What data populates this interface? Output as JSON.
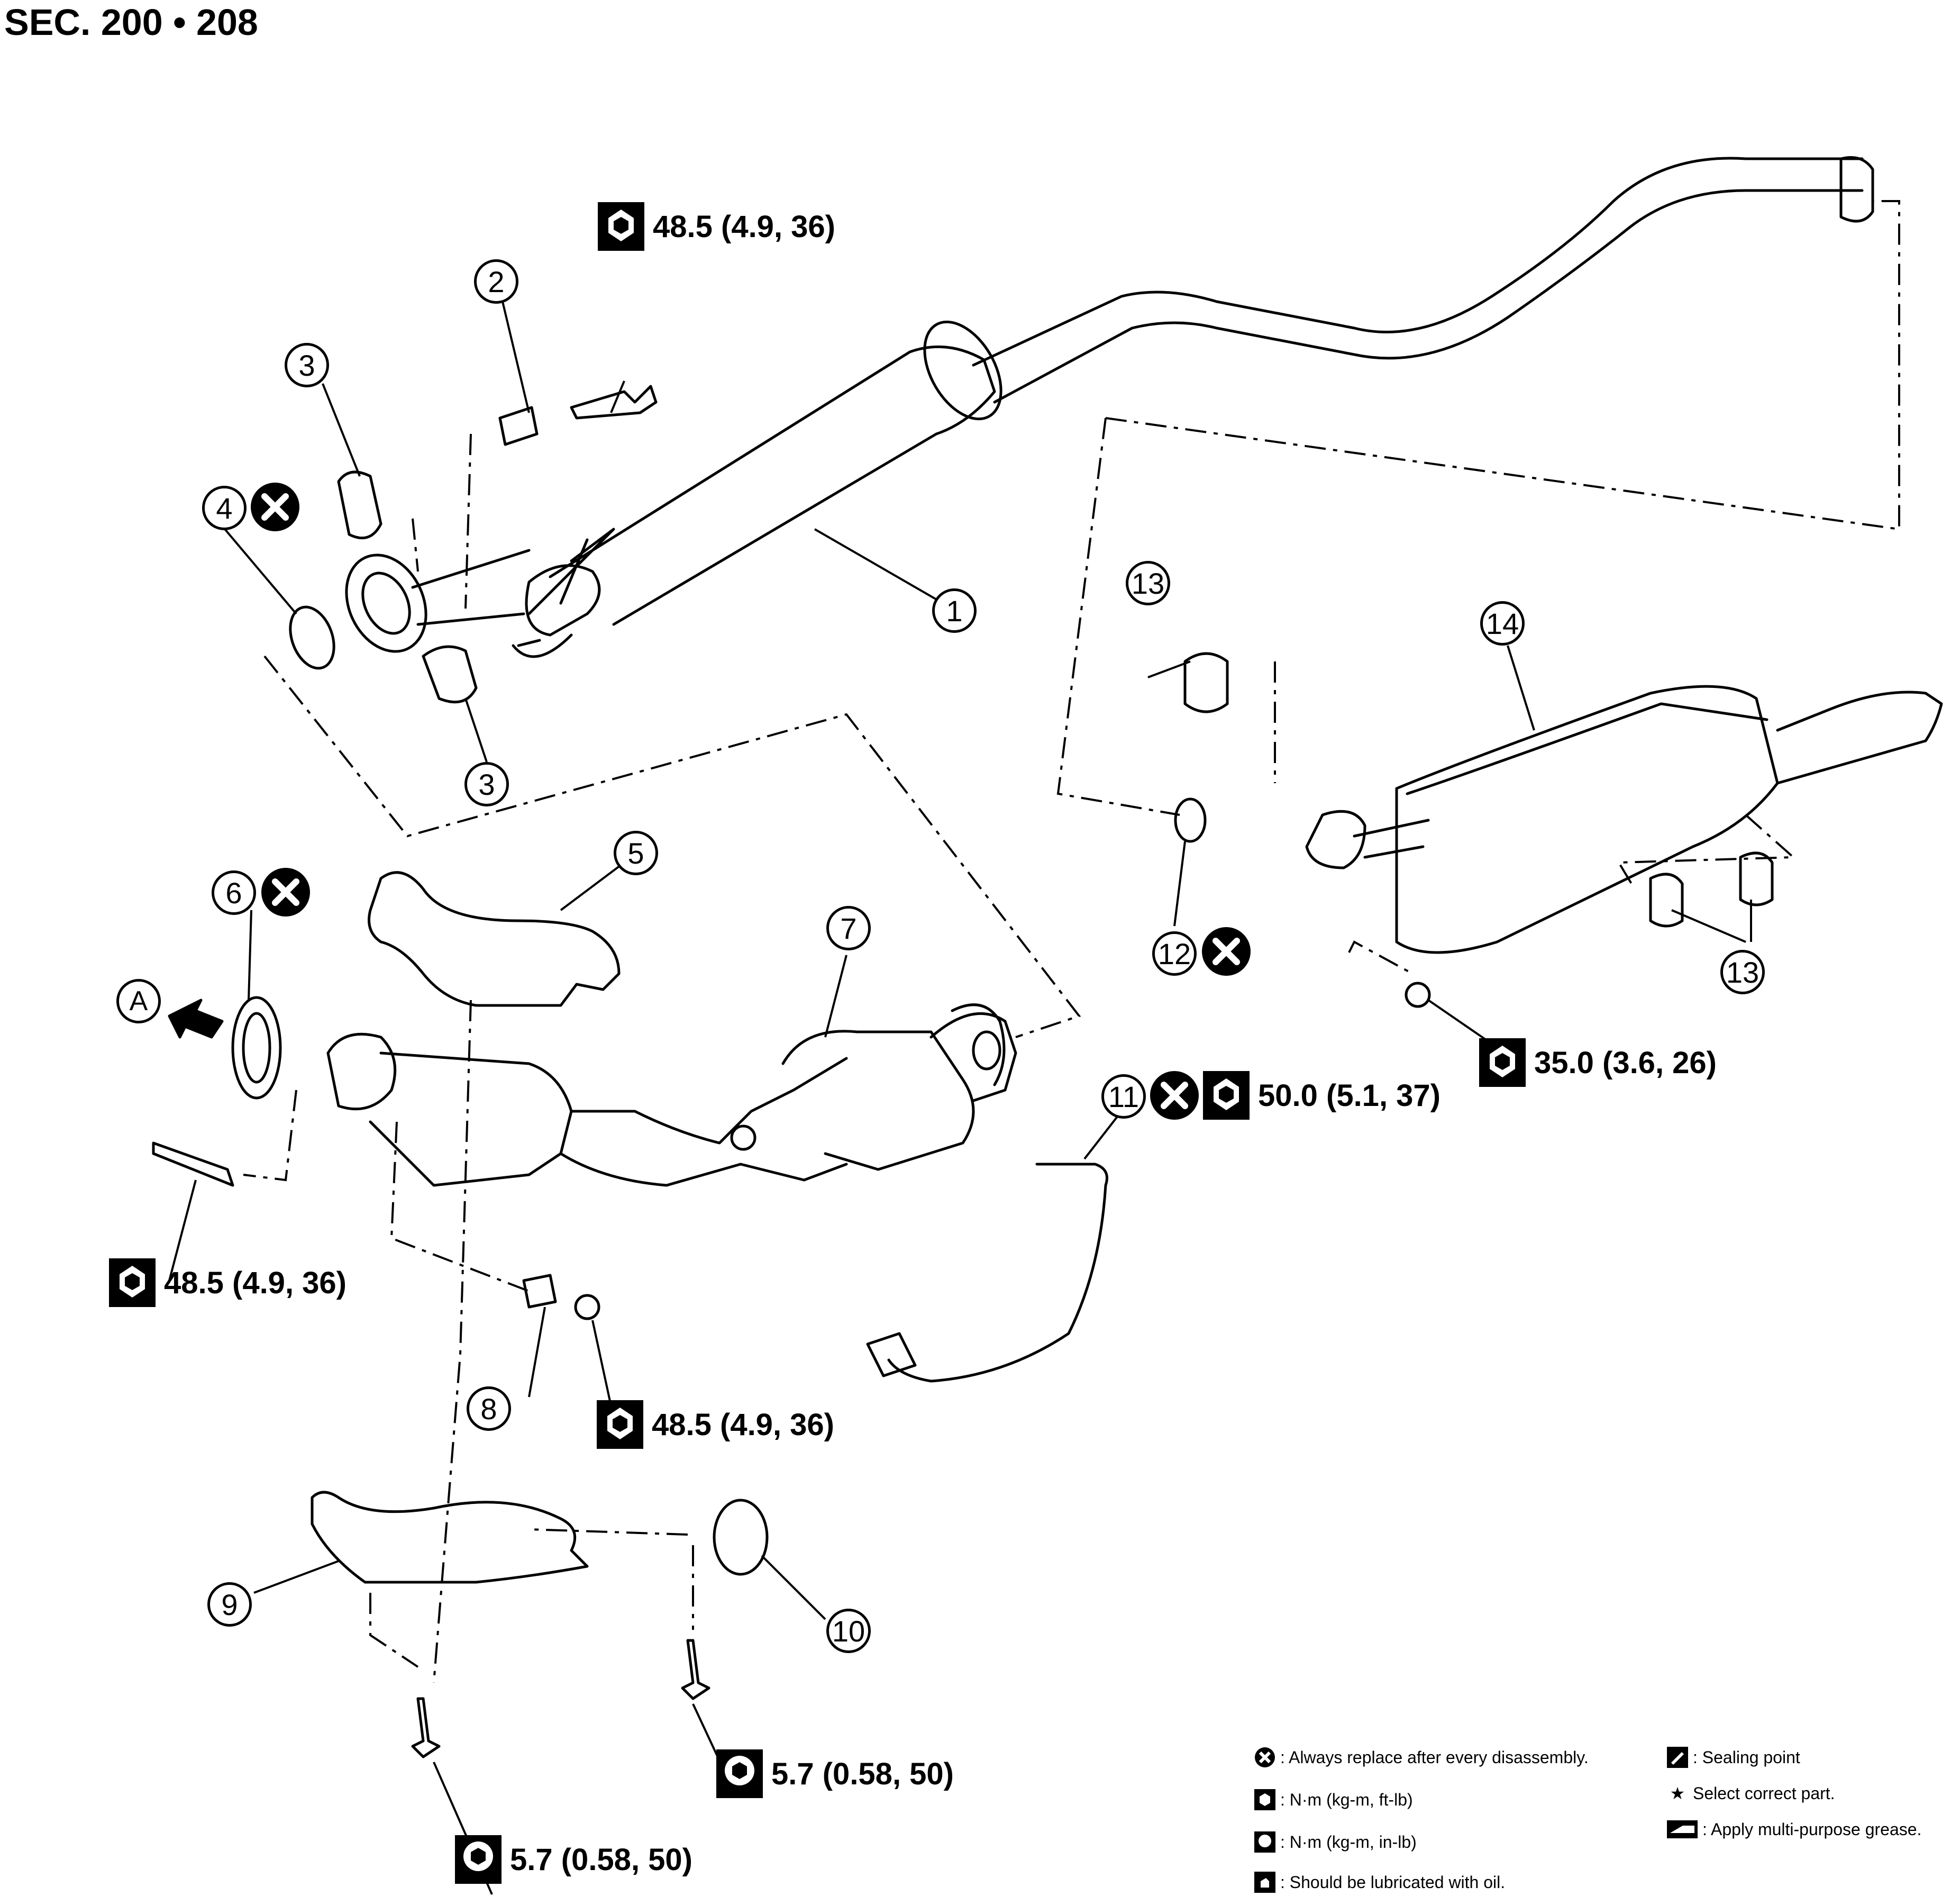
{
  "header": {
    "section": "SEC. 200 • 208"
  },
  "callouts": [
    "1",
    "2",
    "3",
    "3",
    "4",
    "5",
    "6",
    "7",
    "8",
    "9",
    "10",
    "11",
    "12",
    "13",
    "13",
    "14"
  ],
  "reference": "A",
  "torques": [
    "48.5 (4.9, 36)",
    "48.5 (4.9, 36)",
    "48.5 (4.9, 36)",
    "50.0 (5.1, 37)",
    "35.0 (3.6, 26)",
    "5.7 (0.58, 50)",
    "5.7 (0.58, 50)"
  ],
  "legend": {
    "replace": ": Always replace after every disassembly.",
    "nm_ftlb": ": N·m (kg-m, ft-lb)",
    "nm_inlb": ": N·m (kg-m, in-lb)",
    "oil": ": Should be lubricated with oil.",
    "sealing": ": Sealing point",
    "select": "Select correct part.",
    "grease": ": Apply multi-purpose grease."
  },
  "colors": {
    "ink": "#000000",
    "paper": "#ffffff"
  }
}
